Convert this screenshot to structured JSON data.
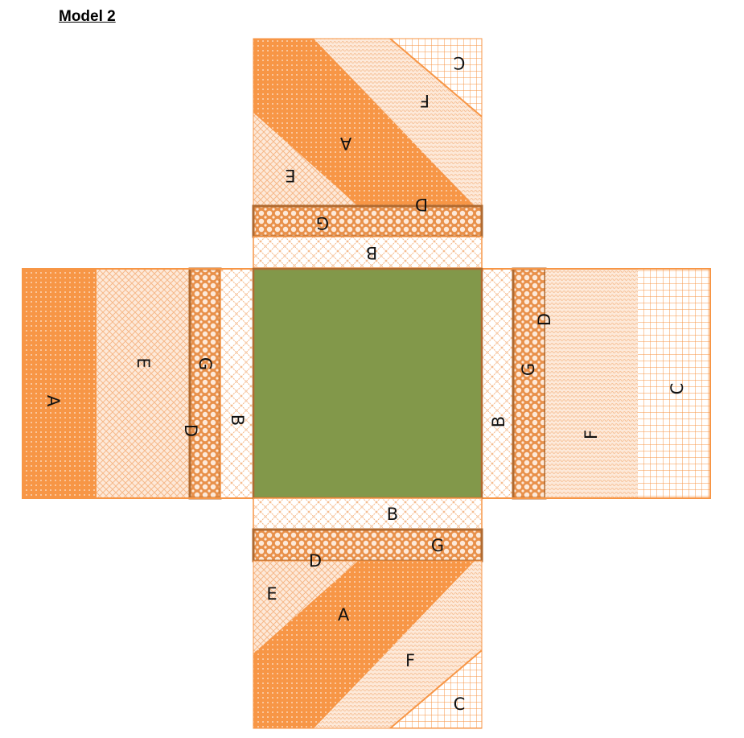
{
  "title": "Model 2",
  "colors": {
    "orange": "#F79646",
    "orange_dark": "#E36C0A",
    "peach": "#FCD5B5",
    "peach_light": "#FDE9D9",
    "border": "#C0804A",
    "center_green": "#82984A"
  },
  "labels": {
    "A": "A",
    "B": "B",
    "C": "C",
    "D": "D",
    "E": "E",
    "F": "F",
    "G": "G"
  }
}
